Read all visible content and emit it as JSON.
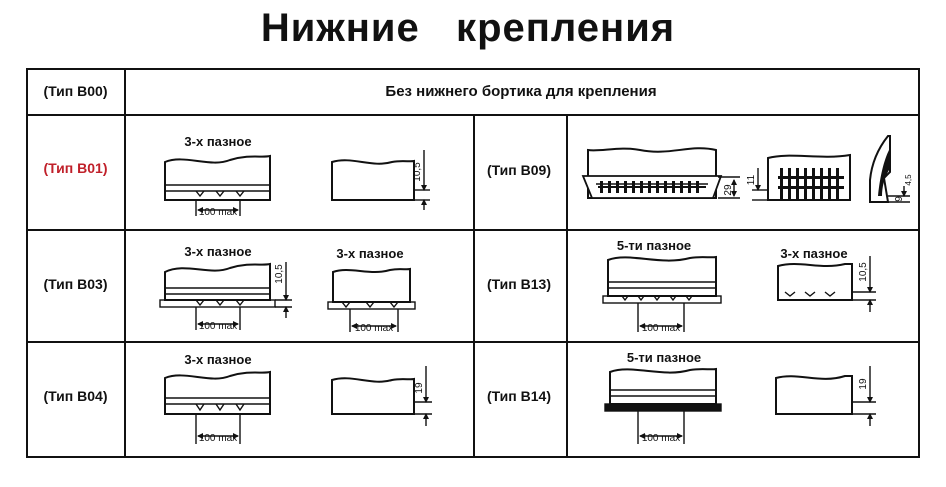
{
  "title": "Нижние   крепления",
  "header": {
    "type_label": "(Тип В00)",
    "description": "Без нижнего бортика для крепления"
  },
  "rows": {
    "b01": {
      "label": "(Тип В01)",
      "notch_label": "3-х пазное",
      "width_dim": "100 max",
      "height_dim": "10,5"
    },
    "b09": {
      "label": "(Тип В09)",
      "dim_a": "29",
      "dim_b": "11",
      "dim_c": "9",
      "dim_d": "4,5"
    },
    "b03": {
      "label": "(Тип В03)",
      "notch_label_left": "3-х пазное",
      "notch_label_right": "3-х пазное",
      "width_dim_left": "100 max",
      "width_dim_right": "100 max",
      "height_dim": "10,5"
    },
    "b13": {
      "label": "(Тип В13)",
      "notch_label_left": "5-ти пазное",
      "notch_label_right": "3-х пазное",
      "width_dim": "100 max",
      "height_dim": "10,5"
    },
    "b04": {
      "label": "(Тип В04)",
      "notch_label": "3-х пазное",
      "width_dim": "100 max",
      "height_dim": "19"
    },
    "b14": {
      "label": "(Тип В14)",
      "notch_label": "5-ти пазное",
      "width_dim": "100 max",
      "height_dim": "19"
    }
  },
  "colors": {
    "highlight_label": "#c0202a",
    "lines": "#111111"
  }
}
